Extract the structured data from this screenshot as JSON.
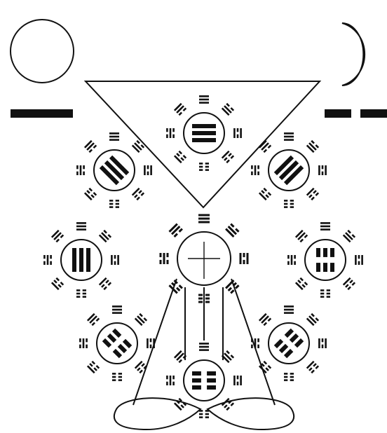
{
  "figure": {
    "stroke_color": "#111111",
    "background": "#ffffff",
    "elements": {
      "sun": "circle",
      "moon": "crescent",
      "yang_line": "solid-line",
      "yin_line": "broken-line",
      "triangle": "inverted-triangle",
      "figure": "seated-meditator",
      "heart_symbol": "circle-with-cross"
    },
    "mandalas": [
      {
        "id": "crown-mandala",
        "center_trigram": [
          1,
          1,
          1
        ],
        "center_style": "stacked"
      },
      {
        "id": "upper-left-mandala",
        "center_trigram": [
          1,
          1,
          1
        ],
        "center_style": "diagonal"
      },
      {
        "id": "upper-right-mandala",
        "center_trigram": [
          1,
          1,
          1
        ],
        "center_style": "diagonal-reverse"
      },
      {
        "id": "middle-left-mandala",
        "center_trigram": [
          1,
          1,
          1
        ],
        "center_style": "vertical-yang"
      },
      {
        "id": "middle-right-mandala",
        "center_trigram": [
          0,
          0,
          0
        ],
        "center_style": "vertical-yin"
      },
      {
        "id": "lower-left-mandala",
        "center_trigram": [
          0,
          0,
          0
        ],
        "center_style": "diagonal"
      },
      {
        "id": "lower-right-mandala",
        "center_trigram": [
          0,
          0,
          0
        ],
        "center_style": "diagonal-reverse"
      },
      {
        "id": "base-mandala",
        "center_trigram": [
          0,
          0,
          0
        ],
        "center_style": "stacked"
      }
    ],
    "heart_ring_trigrams": [
      [
        1,
        1,
        1
      ],
      [
        0,
        1,
        1
      ],
      [
        1,
        0,
        1
      ],
      [
        0,
        0,
        1
      ],
      [
        0,
        0,
        0
      ],
      [
        1,
        0,
        0
      ],
      [
        0,
        1,
        0
      ],
      [
        1,
        1,
        0
      ]
    ],
    "ring_trigrams": [
      [
        1,
        1,
        1
      ],
      [
        0,
        1,
        1
      ],
      [
        1,
        0,
        1
      ],
      [
        0,
        0,
        1
      ],
      [
        0,
        0,
        0
      ],
      [
        1,
        0,
        0
      ],
      [
        0,
        1,
        0
      ],
      [
        1,
        1,
        0
      ]
    ]
  }
}
